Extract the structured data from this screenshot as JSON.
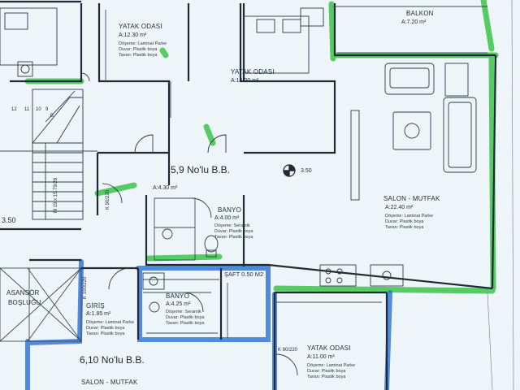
{
  "labels": {
    "yatak1_name": "YATAK ODASI",
    "yatak1_area": "A:12.30 m²",
    "yatak1_floor": "Döşeme: Laminat Parke",
    "yatak1_wall": "Duvar: Plastik boya",
    "yatak1_ceiling": "Tavan: Plastik boya",
    "yatak2_name": "YATAK ODASI",
    "yatak2_area": "A:14.00 m²",
    "balkon_name": "BALKON",
    "balkon_area": "A:7.20 m²",
    "unit_59": "5,9 No'lu B.B.",
    "dim_350_a": "3.50",
    "dim_350_b": "3.50",
    "hall_area": "A:4.30 m²",
    "banyo1_name": "BANYO",
    "banyo1_area": "A:4.00 m²",
    "banyo1_floor": "Döşeme: Seramik",
    "banyo1_wall": "Duvar: Plastik boya",
    "banyo1_ceiling": "Tavan: Plastik boya",
    "salon1_name": "SALON - MUTFAK",
    "salon1_area": "A:22.40 m²",
    "salon1_floor": "Döşeme: Laminat Parke",
    "salon1_wall": "Duvar: Plastik boya",
    "salon1_ceiling": "Tavan: Plastik boya",
    "saft": "ŞAFT 0.50 M2",
    "asansor1": "ASANSÖR",
    "asansor2": "BOŞLUĞU",
    "giris_name": "GİRİŞ",
    "giris_area": "A:1.85 m²",
    "giris_floor": "Döşeme: Laminat Parke",
    "giris_wall": "Duvar: Plastik boya",
    "giris_ceiling": "Tavan: Plastik boya",
    "banyo2_name": "BANYO",
    "banyo2_area": "A:4.25 m²",
    "banyo2_floor": "Döşeme: Seramik",
    "banyo2_wall": "Duvar: Plastik boya",
    "banyo2_ceiling": "Tavan: Plastik boya",
    "yatak3_name": "YATAK ODASI",
    "yatak3_area": "A:11.00 m²",
    "yatak3_floor": "Döşeme: Laminat Parke",
    "yatak3_wall": "Duvar: Plastik boya",
    "yatak3_ceiling": "Tavan: Plastik boya",
    "unit_610": "6,10 No'lu B.B.",
    "salon2_name": "SALON - MUTFAK",
    "stair_12": "12",
    "stair_11": "11",
    "stair_10": "10",
    "stair_9": "9",
    "stair_b": "B",
    "stair_note": "M 19 x 15.79/28",
    "k_mark_1": "K 90/220",
    "k_mark_2": "K 100/220",
    "k_mark_3": "K 90/220"
  },
  "colors": {
    "wall": "#1f2a36",
    "green": "#3cc44a",
    "blue": "#2a6fd6",
    "paper": "#eef5f8"
  }
}
